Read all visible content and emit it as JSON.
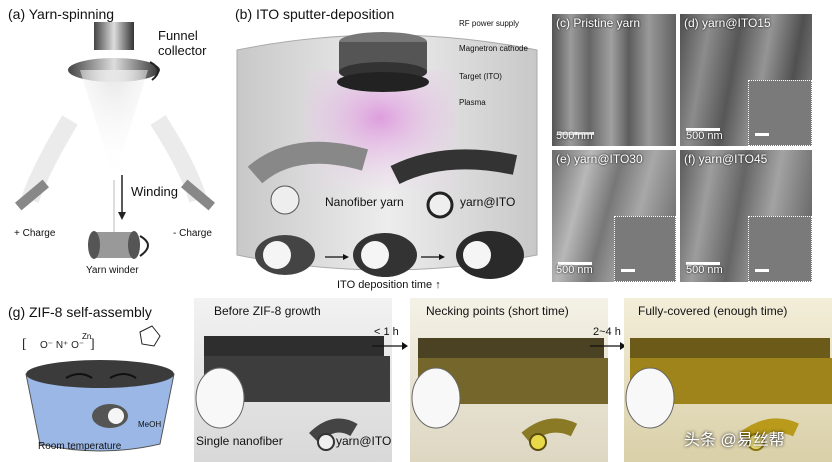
{
  "panel_a": {
    "title": "(a) Yarn-spinning",
    "funnel": "Funnel collector",
    "winding": "Winding",
    "plus_charge": "+ Charge",
    "minus_charge": "- Charge",
    "winder": "Yarn winder"
  },
  "panel_b": {
    "title": "(b) ITO sputter-deposition",
    "rf": "RF power supply",
    "magnetron": "Magnetron cathode",
    "target": "Target (ITO)",
    "plasma": "Plasma",
    "nanofiber_yarn": "Nanofiber yarn",
    "yarn_ito": "yarn@ITO",
    "time": "ITO deposition time ↑"
  },
  "sem_panels": [
    {
      "title": "(c) Pristine yarn",
      "scale": "500 nm"
    },
    {
      "title": "(d) yarn@ITO15",
      "scale": "500 nm"
    },
    {
      "title": "(e) yarn@ITO30",
      "scale": "500 nm"
    },
    {
      "title": "(f) yarn@ITO45",
      "scale": "500 nm"
    }
  ],
  "panel_g": {
    "title": "(g) ZIF-8 self-assembly",
    "zn": "Zn",
    "meoh": "MeOH",
    "room": "Room temperature",
    "before": "Before ZIF-8 growth",
    "lt1h": "< 1 h",
    "necking": "Necking points (short time)",
    "hours": "2~4 h",
    "full": "Fully-covered (enough time)",
    "single": "Single nanofiber",
    "yarn_ito": "yarn@ITO"
  },
  "watermark": "头条 @易丝帮",
  "colors": {
    "gold": "#c9a814",
    "plasma": "#d98ad9",
    "fiber": "#3a3a3a"
  }
}
